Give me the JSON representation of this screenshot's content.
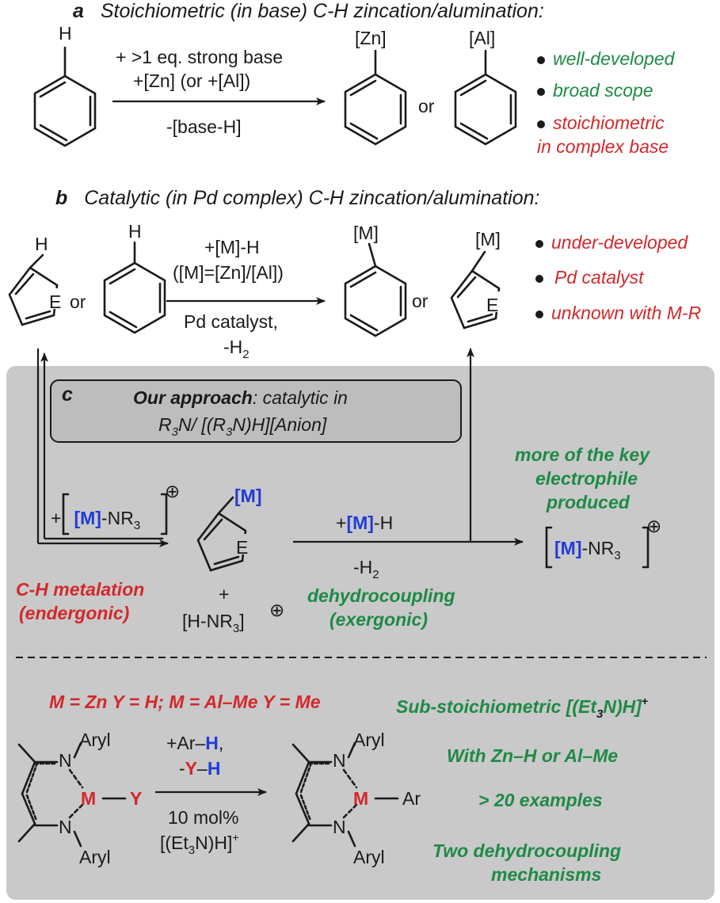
{
  "panel_a": {
    "letter": "a",
    "title": "Stoichiometric (in base) C-H zincation/alumination:",
    "reactant_atom": "H",
    "arrow_top_line1": "+ >1 eq. strong base",
    "arrow_top_line2": "+[Zn] (or +[Al])",
    "arrow_bottom": "-[base-H]",
    "product1_label": "[Zn]",
    "or_text": "or",
    "product2_label": "[Al]",
    "bullets": [
      "well-developed",
      "broad scope",
      "stoichiometric",
      "in complex base"
    ]
  },
  "panel_b": {
    "letter": "b",
    "title": "Catalytic (in Pd complex) C-H zincation/alumination:",
    "reactant_h1": "H",
    "hetero_atom": "E",
    "or_text": "or",
    "reactant_h2": "H",
    "arrow_top_line1": "+[M]-H",
    "arrow_top_line2": "([M]=[Zn]/[Al])",
    "arrow_bottom_line1": "Pd catalyst,",
    "arrow_bottom_line2": "-H",
    "arrow_bottom_line2_sub": "2",
    "product1_label": "[M]",
    "product2_label": "[M]",
    "bullets": [
      "under-developed",
      "Pd catalyst",
      "unknown with M-R"
    ]
  },
  "panel_c": {
    "letter": "c",
    "approach_bold": "Our approach",
    "approach_rest": ": catalytic in",
    "approach_line2_a": "R",
    "approach_line2_b": "N/ [(R",
    "approach_line2_c": "N)H][Anion]",
    "approach_sub": "3",
    "reagent_plus": "+",
    "reagent_m": "[M]",
    "reagent_nr": "-NR",
    "reagent_sub": "3",
    "charge": "⊕",
    "intermediate_label": "[M]",
    "intermediate_atom": "E",
    "plus": "+",
    "byproduct": "[H-NR",
    "byproduct_sub": "3",
    "byproduct_close": "]",
    "step2_top_plus": "+",
    "step2_top_m": "[M]",
    "step2_top_h": "-H",
    "step2_bottom": "-H",
    "step2_bottom_sub": "2",
    "product_m": "[M]",
    "product_nr": "-NR",
    "product_sub": "3",
    "key_text": [
      "more of the key",
      "electrophile",
      "produced"
    ],
    "metalation_text": [
      "C-H metalation",
      "(endergonic)"
    ],
    "dehydro_text": [
      "dehydrocoupling",
      "(exergonic)"
    ]
  },
  "bottom": {
    "m_definition": "M = Zn Y = H; M = Al–Me Y = Me",
    "aryl": "Aryl",
    "n_atom": "N",
    "m_atom": "M",
    "y_atom": "Y",
    "arrow_top_line1": "+Ar–H,",
    "arrow_top_line1_a": "+Ar–",
    "arrow_top_line1_h": "H",
    "arrow_top_line1_c": ",",
    "arrow_top_line2_a": "-",
    "arrow_top_line2_y": "Y",
    "arrow_top_line2_b": "–",
    "arrow_top_line2_h": "H",
    "arrow_bottom_line1": "10 mol%",
    "arrow_bottom_line2": "[(Et",
    "arrow_bottom_line2_sub": "3",
    "arrow_bottom_line2_end": "N)H]",
    "arrow_bottom_line2_sup": "+",
    "product_ar": "Ar",
    "features_1a": "Sub-stoichiometric [(Et",
    "features_1_sub": "3",
    "features_1b": "N)H]",
    "features_1_sup": "+",
    "features": [
      "With Zn–H or Al–Me",
      "> 20 examples",
      "Two dehydrocoupling",
      "mechanisms"
    ]
  },
  "colors": {
    "green": "#1e8a45",
    "red": "#d3282b",
    "blue": "#1f3bd9",
    "panel_gray": "#c9c9c9",
    "inner_box": "#bdbdbd"
  }
}
